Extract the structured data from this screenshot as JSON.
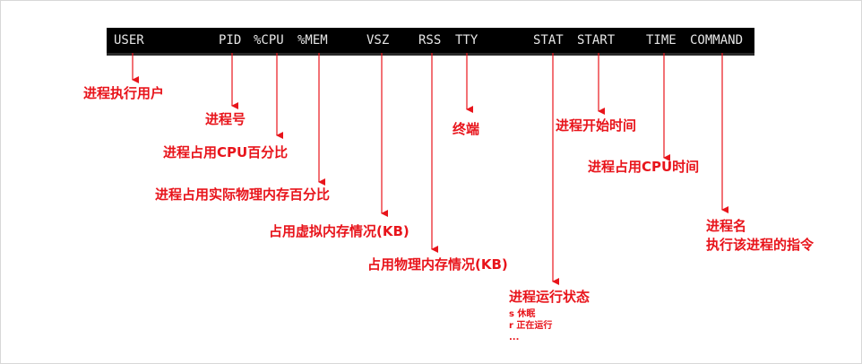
{
  "ps_header": {
    "user": "USER",
    "pid": "PID",
    "cpu": "%CPU",
    "mem": "%MEM",
    "vsz": "VSZ",
    "rss": "RSS",
    "tty": "TTY",
    "stat": "STAT",
    "start": "START",
    "time": "TIME",
    "command": "COMMAND"
  },
  "annotations": {
    "user": "进程执行用户",
    "pid": "进程号",
    "cpu": "进程占用CPU百分比",
    "mem": "进程占用实际物理内存百分比",
    "vsz": "占用虚拟内存情况(KB)",
    "rss": "占用物理内存情况(KB)",
    "tty": "终端",
    "stat": "进程运行状态",
    "stat_s": "s 休眠",
    "stat_r": "r 正在运行",
    "stat_more": "...",
    "start": "进程开始时间",
    "time": "进程占用CPU时间",
    "command_1": "进程名",
    "command_2": "执行该进程的指令"
  },
  "colors": {
    "terminal_bg": "#000000",
    "terminal_text": "#e6e6e6",
    "annotation": "#e8141b"
  }
}
